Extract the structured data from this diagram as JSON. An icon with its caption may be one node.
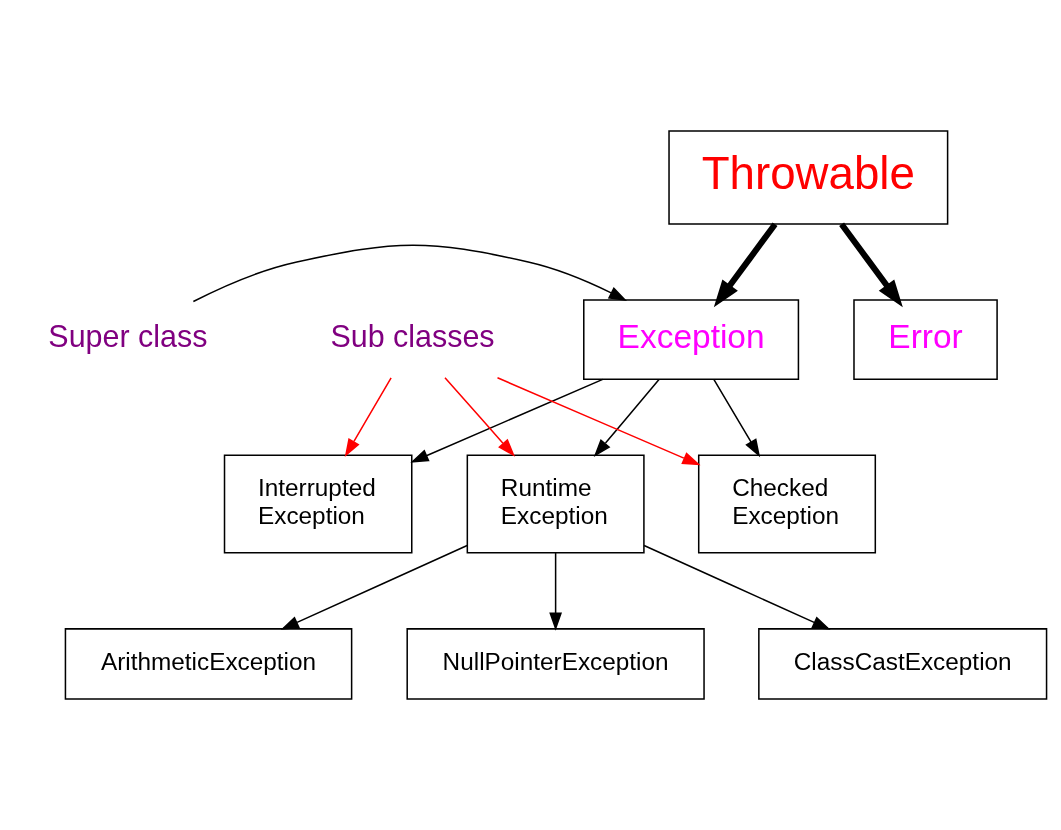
{
  "diagram": {
    "nodes": [
      {
        "text": [
          "Throwable"
        ]
      },
      {
        "text": [
          "Exception"
        ]
      },
      {
        "text": [
          "Error"
        ]
      },
      {
        "text": [
          "Super class"
        ]
      },
      {
        "text": [
          "Sub classes"
        ]
      },
      {
        "text": [
          "Interrupted Exception"
        ]
      },
      {
        "text": [
          "Runtime Exception"
        ]
      },
      {
        "text": [
          "Checked Exception"
        ]
      },
      {
        "text": [
          "ArithmeticException"
        ]
      },
      {
        "text": [
          "NullPointerException"
        ]
      },
      {
        "text": [
          "ClassCastException"
        ]
      }
    ],
    "edges": [
      {
        "from": 0,
        "to": 1,
        "arrow": "to",
        "style": "thick"
      },
      {
        "from": 0,
        "to": 2,
        "arrow": "to",
        "style": "thick"
      },
      {
        "from": 3,
        "to": 1,
        "arrow": "to"
      },
      {
        "from": 1,
        "to": 5,
        "arrow": "to"
      },
      {
        "from": 1,
        "to": 6,
        "arrow": "to"
      },
      {
        "from": 1,
        "to": 7,
        "arrow": "to"
      },
      {
        "from": 4,
        "to": 5,
        "arrow": "to",
        "color": "#ff0000"
      },
      {
        "from": 4,
        "to": 6,
        "arrow": "to",
        "color": "#ff0000"
      },
      {
        "from": 4,
        "to": 7,
        "arrow": "to",
        "color": "#ff0000"
      },
      {
        "from": 6,
        "to": 8,
        "arrow": "to"
      },
      {
        "from": 6,
        "to": 9,
        "arrow": "to"
      },
      {
        "from": 6,
        "to": 10,
        "arrow": "to"
      }
    ]
  }
}
